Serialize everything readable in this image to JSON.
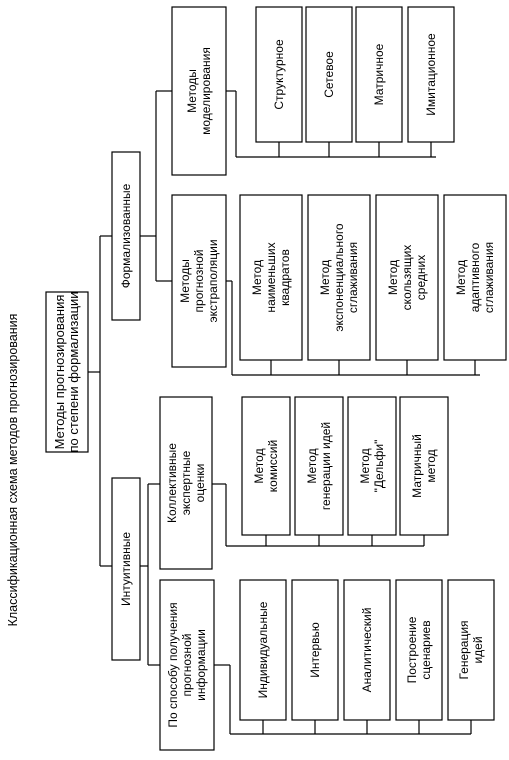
{
  "title": "Классификационная схема методов прогнозирования",
  "root": [
    "Методы прогнозирования",
    "по степени формализации"
  ],
  "formalized": {
    "label": "Формализованные",
    "modeling": {
      "label": [
        "Методы",
        "моделирования"
      ],
      "items": [
        "Структурное",
        "Сетевое",
        "Матричное",
        "Имитационное"
      ]
    },
    "extrapolation": {
      "label": [
        "Методы",
        "прогнозной",
        "экстраполяции"
      ],
      "items": [
        [
          "Метод",
          "наименьших",
          "квадратов"
        ],
        [
          "Метод",
          "экспоненциального",
          "сглаживания"
        ],
        [
          "Метод",
          "скользящих",
          "средних"
        ],
        [
          "Метод",
          "адаптивного",
          "сглаживания"
        ]
      ]
    }
  },
  "intuitive": {
    "label": "Интуитивные",
    "collective": {
      "label": [
        "Коллективные",
        "экспертные",
        "оценки"
      ],
      "items": [
        [
          "Метод",
          "комиссий"
        ],
        [
          "Метод",
          "генерации идей"
        ],
        [
          "Метод",
          "\"Дельфи\""
        ],
        [
          "Матричный",
          "метод"
        ]
      ]
    },
    "by_source": {
      "label": [
        "По способу получения",
        "прогнозной",
        "информации"
      ],
      "items": [
        [
          "Индивидуальные"
        ],
        [
          "Интервью"
        ],
        [
          "Аналитический"
        ],
        [
          "Построение",
          "сценариев"
        ],
        [
          "Генерация",
          "идей"
        ]
      ]
    }
  }
}
